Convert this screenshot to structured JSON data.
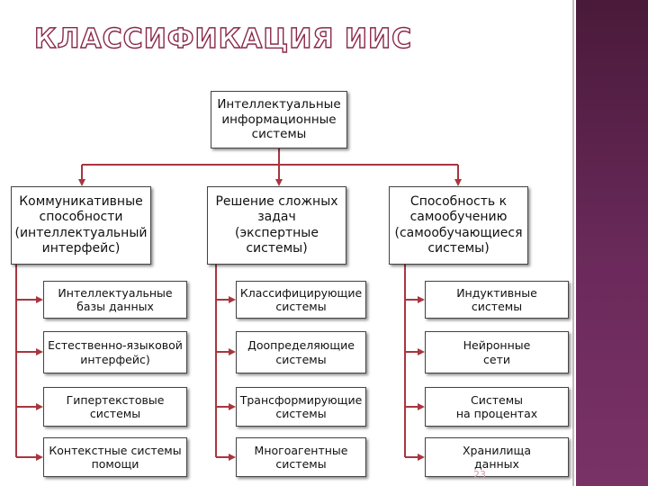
{
  "title": "КЛАССИФИКАЦИЯ ИИС",
  "root": "Интеллектуальные\nинформационные\nсистемы",
  "categories": [
    "Коммуникативные\nспособности\n(интеллектуальный\nинтерфейс)",
    "Решение сложных\nзадач\n(экспертные\nсистемы)",
    "Способность к\nсамообучению\n(самообучающиеся\nсистемы)"
  ],
  "subitems": [
    [
      "Интеллектуальные\nбазы данных",
      "Естественно-языковой\nинтерфейс)",
      "Гипертекстовые\nсистемы",
      "Контекстные системы\nпомощи"
    ],
    [
      "Классифицирующие\nсистемы",
      "Доопределяющие\nсистемы",
      "Трансформирующие\nсистемы",
      "Многоагентные\nсистемы"
    ],
    [
      "Индуктивные\nсистемы",
      "Нейронные\nсети",
      "Системы\nна процентах",
      "Хранилища\nданных"
    ]
  ],
  "page_number": "23",
  "colors": {
    "arrow": "#a8363f",
    "title_stroke": "#8a2848",
    "sidebar": "#5c2450"
  }
}
